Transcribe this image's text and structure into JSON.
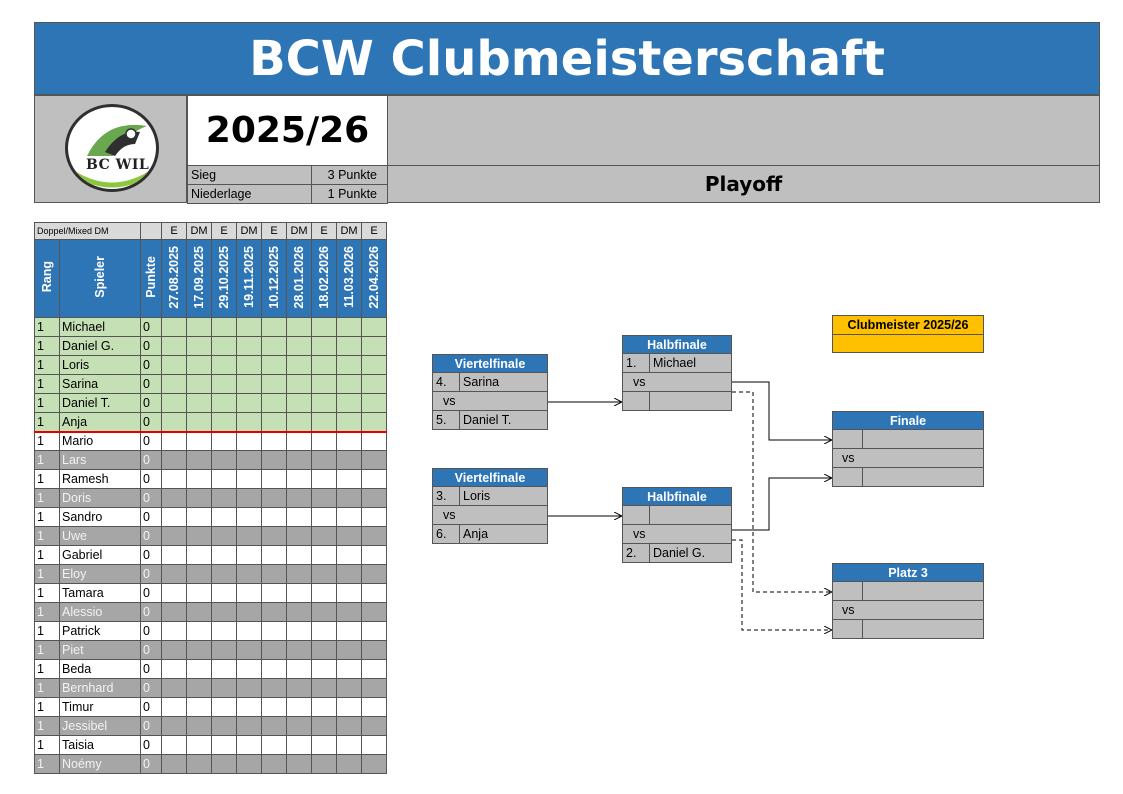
{
  "header": {
    "title": "BCW Clubmeisterschaft",
    "season": "2025/26",
    "logo_text": "BC WIL",
    "points": [
      {
        "label": "Sieg",
        "value": "3 Punkte"
      },
      {
        "label": "Niederlage",
        "value": "1 Punkte"
      }
    ],
    "section_title": "Playoff"
  },
  "table": {
    "top_label": "Doppel/Mixed DM",
    "types": [
      "E",
      "DM",
      "E",
      "DM",
      "E",
      "DM",
      "E",
      "DM",
      "E"
    ],
    "col_rank": "Rang",
    "col_player": "Spieler",
    "col_points": "Punkte",
    "dates": [
      "27.08.2025",
      "17.09.2025",
      "29.10.2025",
      "19.11.2025",
      "10.12.2025",
      "28.01.2026",
      "18.02.2026",
      "11.03.2026",
      "22.04.2026"
    ],
    "rows": [
      {
        "rank": "1",
        "name": "Michael",
        "points": "0",
        "style": "green"
      },
      {
        "rank": "1",
        "name": "Daniel G.",
        "points": "0",
        "style": "green"
      },
      {
        "rank": "1",
        "name": "Loris",
        "points": "0",
        "style": "green"
      },
      {
        "rank": "1",
        "name": "Sarina",
        "points": "0",
        "style": "green"
      },
      {
        "rank": "1",
        "name": "Daniel T.",
        "points": "0",
        "style": "green"
      },
      {
        "rank": "1",
        "name": "Anja",
        "points": "0",
        "style": "green"
      },
      {
        "rank": "1",
        "name": "Mario",
        "points": "0",
        "style": "white"
      },
      {
        "rank": "1",
        "name": "Lars",
        "points": "0",
        "style": "grey"
      },
      {
        "rank": "1",
        "name": "Ramesh",
        "points": "0",
        "style": "white"
      },
      {
        "rank": "1",
        "name": "Doris",
        "points": "0",
        "style": "grey"
      },
      {
        "rank": "1",
        "name": "Sandro",
        "points": "0",
        "style": "white"
      },
      {
        "rank": "1",
        "name": "Uwe",
        "points": "0",
        "style": "grey"
      },
      {
        "rank": "1",
        "name": "Gabriel",
        "points": "0",
        "style": "white"
      },
      {
        "rank": "1",
        "name": "Eloy",
        "points": "0",
        "style": "grey"
      },
      {
        "rank": "1",
        "name": "Tamara",
        "points": "0",
        "style": "white"
      },
      {
        "rank": "1",
        "name": "Alessio",
        "points": "0",
        "style": "grey"
      },
      {
        "rank": "1",
        "name": "Patrick",
        "points": "0",
        "style": "white"
      },
      {
        "rank": "1",
        "name": "Piet",
        "points": "0",
        "style": "grey"
      },
      {
        "rank": "1",
        "name": "Beda",
        "points": "0",
        "style": "white"
      },
      {
        "rank": "1",
        "name": "Bernhard",
        "points": "0",
        "style": "grey"
      },
      {
        "rank": "1",
        "name": "Timur",
        "points": "0",
        "style": "white"
      },
      {
        "rank": "1",
        "name": "Jessibel",
        "points": "0",
        "style": "grey"
      },
      {
        "rank": "1",
        "name": "Taisia",
        "points": "0",
        "style": "white"
      },
      {
        "rank": "1",
        "name": "Noémy",
        "points": "0",
        "style": "grey"
      }
    ]
  },
  "bracket": {
    "qf1": {
      "title": "Viertelfinale",
      "seed1": "4.",
      "player1": "Sarina",
      "vs": "vs",
      "seed2": "5.",
      "player2": "Daniel T."
    },
    "qf2": {
      "title": "Viertelfinale",
      "seed1": "3.",
      "player1": "Loris",
      "vs": "vs",
      "seed2": "6.",
      "player2": "Anja"
    },
    "sf1": {
      "title": "Halbfinale",
      "seed1": "1.",
      "player1": "Michael",
      "vs": "vs",
      "seed2": "",
      "player2": ""
    },
    "sf2": {
      "title": "Halbfinale",
      "seed1": "",
      "player1": "",
      "vs": "vs",
      "seed2": "2.",
      "player2": "Daniel G."
    },
    "final": {
      "title": "Finale",
      "vs": "vs"
    },
    "third": {
      "title": "Platz 3",
      "vs": "vs"
    },
    "champion": {
      "title": "Clubmeister 2025/26",
      "value": ""
    }
  },
  "colors": {
    "header_blue": "#2e75b6",
    "qualified_green": "#c5e0b4",
    "inactive_grey": "#a6a6a6",
    "champion_gold": "#ffc000",
    "cutoff_red": "#e00000"
  }
}
